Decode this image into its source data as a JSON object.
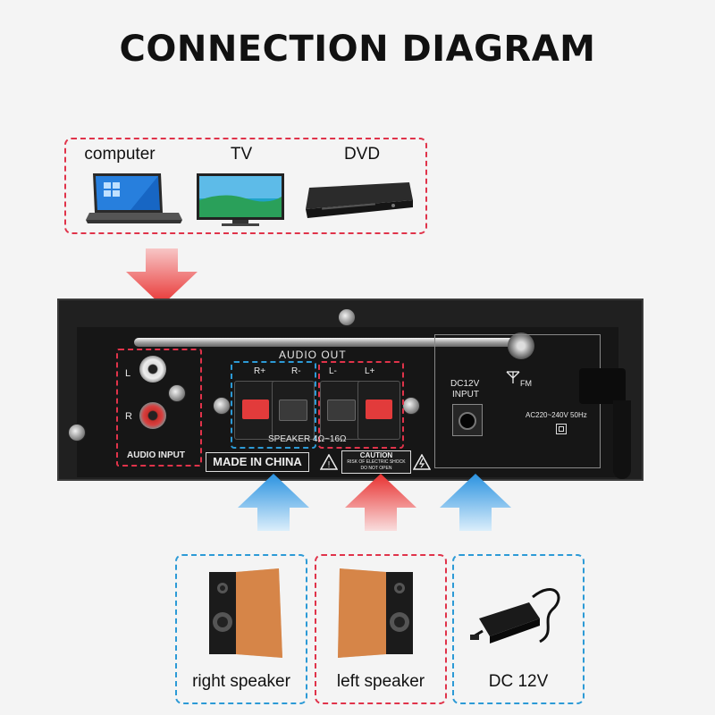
{
  "title": "CONNECTION DIAGRAM",
  "sources": [
    {
      "label": "computer",
      "icon": "laptop-icon"
    },
    {
      "label": "TV",
      "icon": "tv-icon"
    },
    {
      "label": "DVD",
      "icon": "dvd-player-icon"
    }
  ],
  "amplifier": {
    "audio_out": "AUDIO OUT",
    "ch_l": "L",
    "ch_r": "R",
    "audio_input": "AUDIO INPUT",
    "terminal_labels": [
      "R+",
      "R-",
      "L-",
      "L+"
    ],
    "speaker_spec": "SPEAKER 4Ω~16Ω",
    "made_in": "MADE IN CHINA",
    "caution_title": "CAUTION",
    "caution_line1": "RISK OF ELECTRIC SHOCK",
    "caution_line2": "DO NOT OPEN",
    "dc_label1": "DC12V",
    "dc_label2": "INPUT",
    "fm": "FM",
    "ac_spec": "AC220~240V 50Hz"
  },
  "outputs": [
    {
      "label": "right speaker",
      "icon": "speaker-icon",
      "border": "#2c9ad6"
    },
    {
      "label": "left speaker",
      "icon": "speaker-icon",
      "border": "#e0334a"
    },
    {
      "label": "DC 12V",
      "icon": "power-adapter-icon",
      "border": "#2c9ad6"
    }
  ],
  "colors": {
    "red": "#e0334a",
    "blue": "#2c9ad6",
    "panel": "#1b1b1b"
  }
}
